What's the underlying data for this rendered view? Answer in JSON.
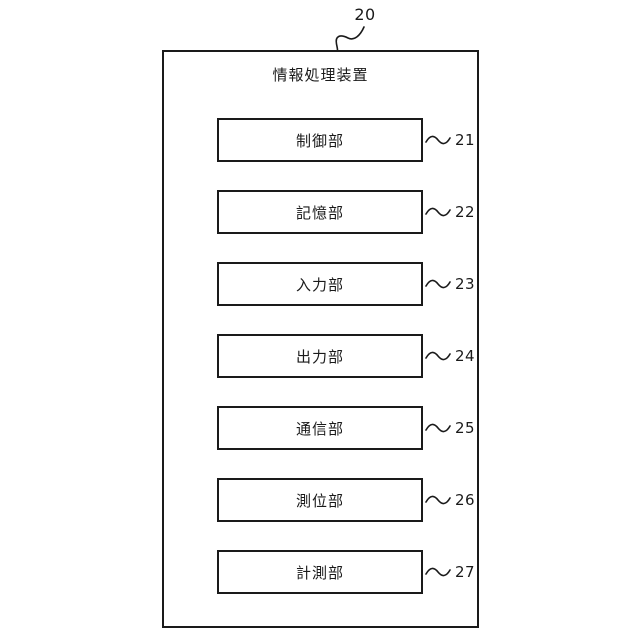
{
  "figure": {
    "device_ref": "20",
    "device_title": "情報処理装置"
  },
  "units": [
    {
      "label": "制御部",
      "ref": "21"
    },
    {
      "label": "記憶部",
      "ref": "22"
    },
    {
      "label": "入力部",
      "ref": "23"
    },
    {
      "label": "出力部",
      "ref": "24"
    },
    {
      "label": "通信部",
      "ref": "25"
    },
    {
      "label": "測位部",
      "ref": "26"
    },
    {
      "label": "計測部",
      "ref": "27"
    }
  ],
  "colors": {
    "line": "#1a1a1a",
    "background": "#ffffff"
  }
}
